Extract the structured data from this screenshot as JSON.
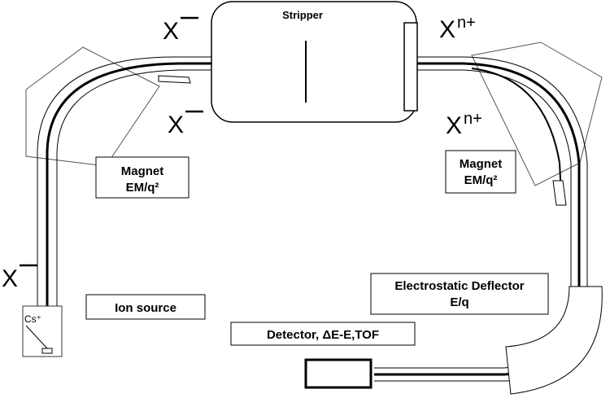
{
  "stripper": {
    "label": "Stripper"
  },
  "ions": {
    "x_minus_main": "X",
    "x_minus_lower": "X",
    "x_minus_source": "X",
    "x_nplus_upper": "X",
    "x_nplus_lower": "X",
    "nplus_superscript": "n+"
  },
  "magnet_left": {
    "line1": "Magnet",
    "line2": "EM/q²"
  },
  "magnet_right": {
    "line1": "Magnet",
    "line2": "EM/q²"
  },
  "ion_source": {
    "label": "Ion source",
    "cs_label": "Cs⁺"
  },
  "deflector": {
    "line1": "Electrostatic Deflector",
    "line2": "E/q"
  },
  "detector": {
    "label": "Detector, ΔE-E,TOF"
  },
  "colors": {
    "line": "#000000",
    "magnet_fill": "#ffffff",
    "background": "#ffffff"
  }
}
